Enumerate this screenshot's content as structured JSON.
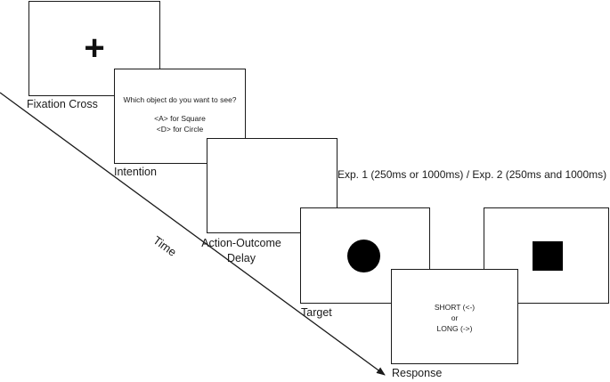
{
  "colors": {
    "stroke": "#1a1a1a",
    "fill_shape": "#000000",
    "background": "#ffffff"
  },
  "screens": {
    "fixation": {
      "label": "Fixation Cross",
      "symbol": "+"
    },
    "intention": {
      "label": "Intention",
      "question": "Which object do you want to see?",
      "option_a": "<A> for Square",
      "option_d": "<D> for Circle"
    },
    "delay": {
      "label_line1": "Action-Outcome",
      "label_line2": "Delay",
      "timing_note": "Exp. 1 (250ms or 1000ms) / Exp. 2 (250ms and 1000ms)"
    },
    "target": {
      "label": "Target",
      "shape": "circle"
    },
    "target_alt": {
      "shape": "square"
    },
    "response": {
      "label": "Response",
      "line1": "SHORT (<-)",
      "line2": "or",
      "line3": "LONG (->)"
    }
  },
  "time_axis": {
    "label": "Time"
  }
}
